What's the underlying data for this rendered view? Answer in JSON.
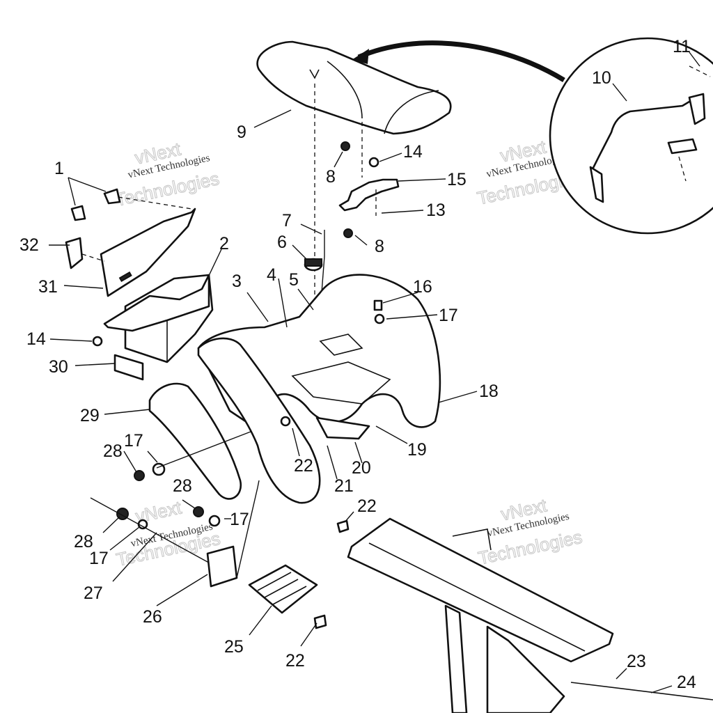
{
  "callouts": {
    "c1": "1",
    "c2": "2",
    "c3": "3",
    "c4": "4",
    "c5": "5",
    "c6": "6",
    "c7": "7",
    "c8a": "8",
    "c8b": "8",
    "c9": "9",
    "c10": "10",
    "c11": "11",
    "c13": "13",
    "c14a": "14",
    "c14b": "14",
    "c15": "15",
    "c16": "16",
    "c17a": "17",
    "c17b": "17",
    "c17c": "17",
    "c17d": "17",
    "c18": "18",
    "c19": "19",
    "c20": "20",
    "c21": "21",
    "c22a": "22",
    "c22b": "22",
    "c22c": "22",
    "c23": "23",
    "c24": "24",
    "c25": "25",
    "c26": "26",
    "c27": "27",
    "c28a": "28",
    "c28b": "28",
    "c28c": "28",
    "c29": "29",
    "c30": "30",
    "c31": "31",
    "c32": "32"
  },
  "watermark": {
    "company": "vNext Technologies",
    "outline_top": "vNext",
    "outline_bottom": "Technologies"
  }
}
